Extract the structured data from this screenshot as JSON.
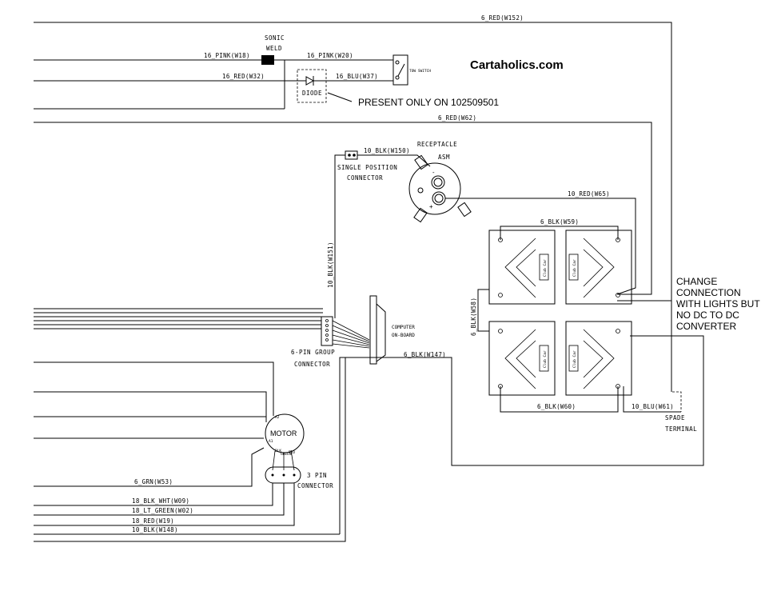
{
  "brand": "Cartaholics.com",
  "wires": {
    "w152": "6_RED(W152)",
    "w18": "16_PINK(W18)",
    "w20": "16_PINK(W20)",
    "w32": "16_RED(W32)",
    "w37": "16_BLU(W37)",
    "w62": "6_RED(W62)",
    "w150": "10_BLK(W150)",
    "w151": "10_BLK(W151)",
    "w65": "10_RED(W65)",
    "w59": "6_BLK(W59)",
    "w58": "6_BLK(W58)",
    "w147": "6_BLK(W147)",
    "w60": "6_BLK(W60)",
    "w61": "10_BLU(W61)",
    "w53": "6_GRN(W53)",
    "w09": "18_BLK_WHT(W09)",
    "w02": "18_LT_GREEN(W02)",
    "w19": "18_RED(W19)",
    "w148": "10_BLK(W148)"
  },
  "labels": {
    "sonic_weld_1": "SONIC",
    "sonic_weld_2": "WELD",
    "tow_switch": "TOW SWITCH",
    "diode": "DIODE",
    "present_only": "PRESENT ONLY ON 102509501",
    "receptacle_1": "RECEPTACLE",
    "receptacle_2": "ASM",
    "single_position_1": "SINGLE POSITION",
    "single_position_2": "CONNECTOR",
    "six_pin_1": "6-PIN GROUP",
    "six_pin_2": "CONNECTOR",
    "computer_1": "COMPUTER",
    "computer_2": "ON-BOARD",
    "motor": "MOTOR",
    "three_pin_1": "3 PIN",
    "three_pin_2": "CONNECTOR",
    "spade_1": "SPADE",
    "spade_2": "TERMINAL",
    "battery_brand": "Club Car",
    "terminal_a1": "A1",
    "terminal_a2": "A2",
    "terminal_blk": "BLK",
    "terminal_green": "GREEN",
    "terminal_red": "RED"
  },
  "change_note": [
    "CHANGE",
    "CONNECTION",
    "WITH LIGHTS BUT",
    "NO DC TO DC",
    "CONVERTER"
  ]
}
